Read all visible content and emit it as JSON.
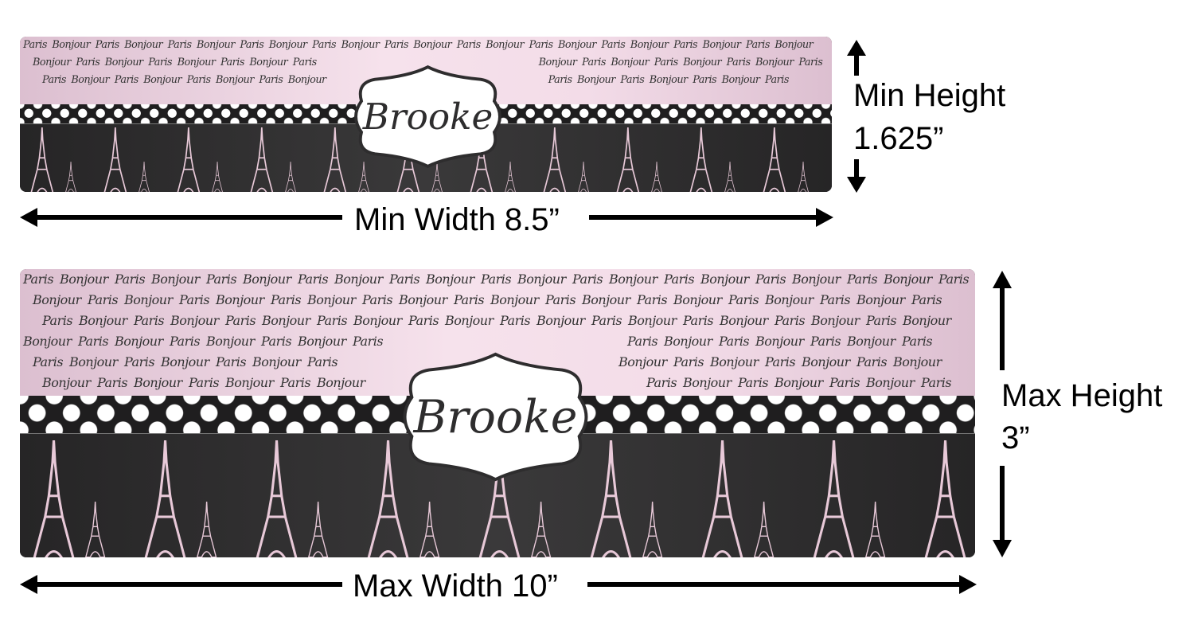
{
  "pattern_words": [
    "Paris",
    "Bonjour"
  ],
  "name": "Brooke",
  "colors": {
    "pink": "#f3dce8",
    "dark": "#2e2d2e",
    "tower": "#e8c9d8",
    "dots": "#ffffff"
  },
  "min": {
    "width_label": "Min Width 8.5”",
    "height_label_1": "Min Height",
    "height_label_2": "1.625”"
  },
  "max": {
    "width_label": "Max Width 10”",
    "height_label_1": "Max Height",
    "height_label_2": "3”"
  }
}
